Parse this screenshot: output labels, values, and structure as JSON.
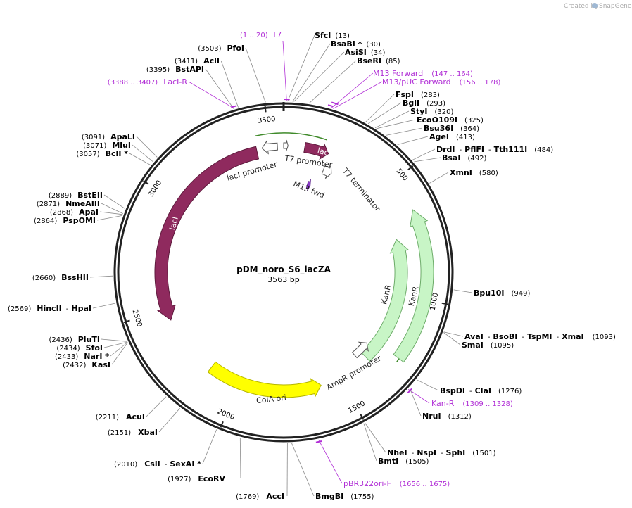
{
  "watermark": {
    "prefix": "Created by",
    "brand": "SnapGene"
  },
  "plasmid": {
    "name": "pDM_noro_S6_lacZA",
    "size_label": "3563 bp",
    "length": 3563
  },
  "ticks": [
    {
      "label": "500",
      "pos": 500
    },
    {
      "label": "1000",
      "pos": 1000
    },
    {
      "label": "1500",
      "pos": 1500
    },
    {
      "label": "2000",
      "pos": 2000
    },
    {
      "label": "2500",
      "pos": 2500
    },
    {
      "label": "3000",
      "pos": 3000
    },
    {
      "label": "3500",
      "pos": 3500
    }
  ],
  "features": [
    {
      "name": "lacI",
      "kind": "cds",
      "color": "#8f2a5e"
    },
    {
      "name": "lacI promoter",
      "kind": "promoter",
      "color": "#ffffff"
    },
    {
      "name": "T7 promoter",
      "kind": "promoter",
      "color": "#ffffff"
    },
    {
      "name": "lacZα",
      "kind": "cds",
      "color": "#8f2a5e"
    },
    {
      "name": "T7 terminator",
      "kind": "terminator",
      "color": "#ffffff"
    },
    {
      "name": "M13 fwd",
      "kind": "primer_bind",
      "color": "#8a3ac9"
    },
    {
      "name": "KanR",
      "kind": "cds",
      "color": "#c8f5c6",
      "copy": "outer"
    },
    {
      "name": "KanR",
      "kind": "cds",
      "color": "#c8f5c6",
      "copy": "inner"
    },
    {
      "name": "AmpR promoter",
      "kind": "promoter",
      "color": "#ffffff"
    },
    {
      "name": "ColA ori",
      "kind": "rep_origin",
      "color": "#ffff00"
    }
  ],
  "sites": [
    {
      "id": "t7-primer",
      "pos": "(1 .. 20)",
      "name": "T7",
      "primer": true
    },
    {
      "id": "sfci",
      "name": "SfcI",
      "pos": "(13)"
    },
    {
      "id": "bsabi",
      "name": "BsaBI *",
      "pos": "(30)"
    },
    {
      "id": "asisi",
      "name": "AsiSI",
      "pos": "(34)"
    },
    {
      "id": "bseri",
      "name": "BseRI",
      "pos": "(85)"
    },
    {
      "id": "m13fwd-primer",
      "name": "M13 Forward",
      "pos": "(147 .. 164)",
      "primer": true
    },
    {
      "id": "m13puc-primer",
      "name": "M13/pUC Forward",
      "pos": "(156 .. 178)",
      "primer": true
    },
    {
      "id": "fspi",
      "name": "FspI",
      "pos": "(283)"
    },
    {
      "id": "bgli",
      "name": "BglI",
      "pos": "(293)"
    },
    {
      "id": "styi",
      "name": "StyI",
      "pos": "(320)"
    },
    {
      "id": "ecoo109i",
      "name": "EcoO109I",
      "pos": "(325)"
    },
    {
      "id": "bsu36i",
      "name": "Bsu36I",
      "pos": "(364)"
    },
    {
      "id": "agei",
      "name": "AgeI",
      "pos": "(413)"
    },
    {
      "id": "drdi",
      "name": "DrdI",
      "sep1": "-",
      "name2": "PflFI",
      "sep2": "-",
      "name3": "Tth111I",
      "pos": "(484)"
    },
    {
      "id": "bsai",
      "name": "BsaI",
      "pos": "(492)"
    },
    {
      "id": "xmni",
      "name": "XmnI",
      "pos": "(580)"
    },
    {
      "id": "bpu10i",
      "name": "Bpu10I",
      "pos": "(949)"
    },
    {
      "id": "avai",
      "name": "AvaI",
      "sep1": "-",
      "name2": "BsoBI",
      "sep2": "-",
      "name3": "TspMI",
      "sep3": "-",
      "name4": "XmaI",
      "pos": "(1093)"
    },
    {
      "id": "smai",
      "name": "SmaI",
      "pos": "(1095)"
    },
    {
      "id": "bspdi",
      "name": "BspDI",
      "sep1": "-",
      "name2": "ClaI",
      "pos": "(1276)"
    },
    {
      "id": "kanr-primer",
      "name": "Kan-R",
      "pos": "(1309 .. 1328)",
      "primer": true
    },
    {
      "id": "nrui",
      "name": "NruI",
      "pos": "(1312)"
    },
    {
      "id": "nhei",
      "name": "NheI",
      "sep1": "-",
      "name2": "NspI",
      "sep2": "-",
      "name3": "SphI",
      "pos": "(1501)"
    },
    {
      "id": "bmti",
      "name": "BmtI",
      "pos": "(1505)"
    },
    {
      "id": "pbr322-primer",
      "name": "pBR322ori-F",
      "pos": "(1656 .. 1675)",
      "primer": true
    },
    {
      "id": "bmgbi",
      "name": "BmgBI",
      "pos": "(1755)"
    },
    {
      "id": "acci",
      "pos": "(1769)",
      "name": "AccI"
    },
    {
      "id": "ecorv",
      "pos": "(1927)",
      "name": "EcoRV"
    },
    {
      "id": "csii",
      "pos": "(2010)",
      "name": "CsiI",
      "sep1": "-",
      "name2": "SexAI *"
    },
    {
      "id": "xbai",
      "pos": "(2151)",
      "name": "XbaI"
    },
    {
      "id": "acui",
      "pos": "(2211)",
      "name": "AcuI"
    },
    {
      "id": "kasi",
      "pos": "(2432)",
      "name": "KasI"
    },
    {
      "id": "nari",
      "pos": "(2433)",
      "name": "NarI *"
    },
    {
      "id": "sfoi",
      "pos": "(2434)",
      "name": "SfoI"
    },
    {
      "id": "pluti",
      "pos": "(2436)",
      "name": "PluTI"
    },
    {
      "id": "hincii",
      "pos": "(2569)",
      "name": "HincII",
      "sep1": "-",
      "name2": "HpaI"
    },
    {
      "id": "bsshii",
      "pos": "(2660)",
      "name": "BssHII"
    },
    {
      "id": "pspomi",
      "pos": "(2864)",
      "name": "PspOMI"
    },
    {
      "id": "apai",
      "pos": "(2868)",
      "name": "ApaI"
    },
    {
      "id": "nmeaiii",
      "pos": "(2871)",
      "name": "NmeAIII"
    },
    {
      "id": "bsteii",
      "pos": "(2889)",
      "name": "BstEII"
    },
    {
      "id": "bcli",
      "pos": "(3057)",
      "name": "BclI *"
    },
    {
      "id": "mlui",
      "pos": "(3071)",
      "name": "MluI"
    },
    {
      "id": "apali",
      "pos": "(3091)",
      "name": "ApaLI"
    },
    {
      "id": "lacir-primer",
      "pos": "(3388 .. 3407)",
      "name": "LacI-R",
      "primer": true
    },
    {
      "id": "bstapi",
      "pos": "(3395)",
      "name": "BstAPI"
    },
    {
      "id": "acli",
      "pos": "(3411)",
      "name": "AclI"
    },
    {
      "id": "pfoi",
      "pos": "(3503)",
      "name": "PfoI"
    }
  ]
}
